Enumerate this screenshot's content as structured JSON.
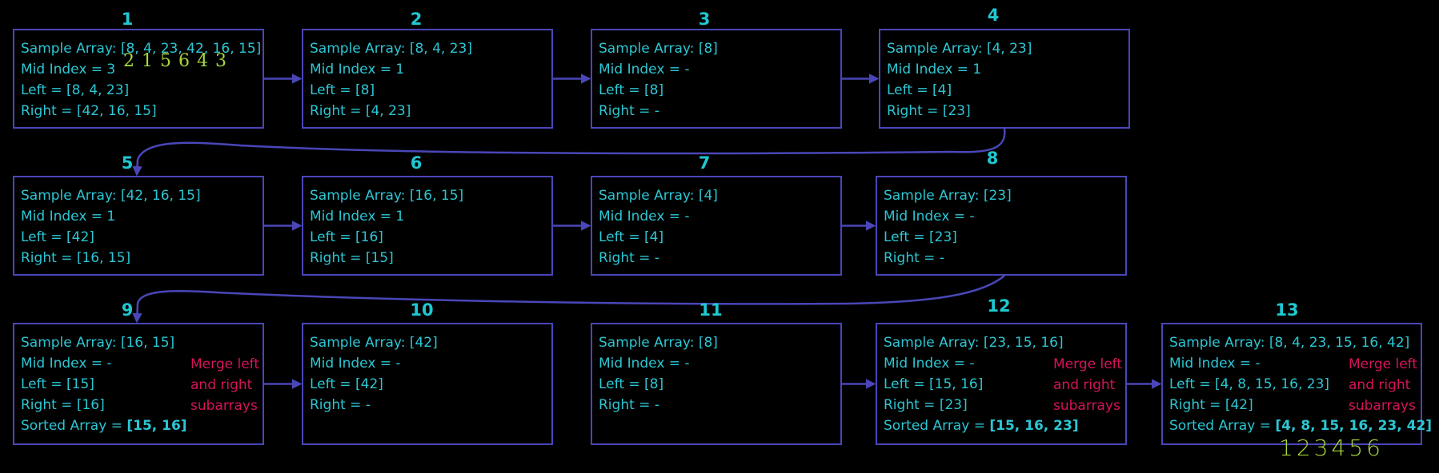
{
  "colors": {
    "border": "#4a46b8",
    "arrow": "#4a46b8",
    "text": "#2cc6d3",
    "number": "#1ec8d2",
    "note": "#d4145a",
    "handwriting": "#a8d83a"
  },
  "steps": [
    {
      "num": "1",
      "lines": [
        "Sample Array: [8, 4, 23, 42, 16, 15]",
        "Mid Index = 3",
        "Left = [8, 4, 23]",
        "Right = [42, 16, 15]"
      ]
    },
    {
      "num": "2",
      "lines": [
        "Sample Array: [8, 4, 23]",
        "Mid Index = 1",
        "Left = [8]",
        "Right = [4, 23]"
      ]
    },
    {
      "num": "3",
      "lines": [
        "Sample Array: [8]",
        "Mid  Index = -",
        "Left = [8]",
        "Right = -"
      ]
    },
    {
      "num": "4",
      "lines": [
        "Sample Array: [4, 23]",
        "Mid Index = 1",
        "Left = [4]",
        "Right = [23]"
      ]
    },
    {
      "num": "5",
      "lines": [
        "Sample Array: [42, 16, 15]",
        "Mid Index = 1",
        "Left = [42]",
        "Right = [16, 15]"
      ]
    },
    {
      "num": "6",
      "lines": [
        "Sample Array: [16, 15]",
        "Mid Index = 1",
        "Left = [16]",
        "Right = [15]"
      ]
    },
    {
      "num": "7",
      "lines": [
        "Sample Array: [4]",
        "Mid  Index = -",
        "Left = [4]",
        "Right = -"
      ]
    },
    {
      "num": "8",
      "lines": [
        "Sample Array: [23]",
        "Mid Index = -",
        "Left = [23]",
        "Right = -"
      ]
    },
    {
      "num": "9",
      "lines": [
        "Sample Array: [16, 15]",
        "Mid Index = -",
        "Left = [15]",
        "Right = [16]"
      ],
      "sorted_label": "Sorted Array = ",
      "sorted_value": "[15, 16]",
      "note": [
        "Merge left",
        "and right",
        "subarrays"
      ]
    },
    {
      "num": "10",
      "lines": [
        "Sample Array: [42]",
        "Mid Index = -",
        "Left = [42]",
        "Right = -"
      ]
    },
    {
      "num": "11",
      "lines": [
        "Sample Array: [8]",
        "Mid  Index = -",
        "Left = [8]",
        "Right = -"
      ]
    },
    {
      "num": "12",
      "lines": [
        "Sample Array: [23, 15, 16]",
        "Mid Index = -",
        "Left = [15, 16]",
        "Right = [23]"
      ],
      "sorted_label": "Sorted Array = ",
      "sorted_value": "[15, 16, 23]",
      "note": [
        "Merge left",
        "and right",
        "subarrays"
      ]
    },
    {
      "num": "13",
      "lines": [
        "Sample Array: [8, 4, 23, 15, 16, 42]",
        "Mid Index = -",
        "Left = [4, 8, 15, 16, 23]",
        "Right = [42]"
      ],
      "sorted_label": "Sorted Array = ",
      "sorted_value": "[4, 8, 15, 16, 23, 42]",
      "note": [
        "Merge left",
        "and right",
        "subarrays"
      ]
    }
  ],
  "annotations": {
    "index_marks_box1": "2 1 5 6 4 3",
    "index_marks_box13": "123456"
  }
}
